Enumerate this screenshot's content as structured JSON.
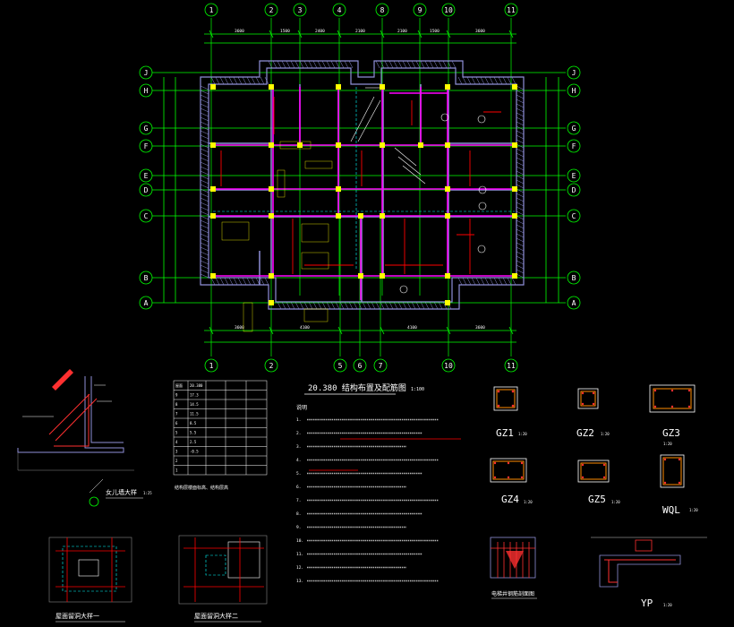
{
  "colors": {
    "background": "#000000",
    "grid": "#00ff00",
    "axis_text": "#ffffff",
    "wall": "#8f8fd8",
    "beam": "#ff00ff",
    "column": "#ffff00",
    "rebar": "#ff0000",
    "dimension": "#00ff00",
    "note_text": "#ffffff",
    "hatch": "#888888",
    "section_fill": "#ff3030",
    "section_box": "#ff8c00",
    "table_line": "#ffffff",
    "dashed": "#00ffff"
  },
  "axes": {
    "numbers_top": [
      "1",
      "2",
      "3",
      "4",
      "8",
      "9",
      "10",
      "11"
    ],
    "numbers_bottom": [
      "1",
      "2",
      "5",
      "6",
      "7",
      "10",
      "11"
    ],
    "letters_left": [
      "J",
      "H",
      "G",
      "F",
      "E",
      "D",
      "C",
      "B",
      "A"
    ],
    "letters_right": [
      "J",
      "H",
      "G",
      "F",
      "E",
      "D",
      "C",
      "B",
      "A"
    ]
  },
  "plan": {
    "title": "20.380 结构布置及配筋图",
    "scale": "1:100"
  },
  "notes": {
    "heading": "说明",
    "lines": [
      "1.",
      "2.",
      "3.",
      "4.",
      "5.",
      "6.",
      "7.",
      "8.",
      "9.",
      "10.",
      "11.",
      "12.",
      "13."
    ]
  },
  "table": {
    "caption": "结构层楼面标高、结构层高",
    "rows": [
      [
        "屋面",
        "20.380",
        "",
        "",
        ""
      ],
      [
        "9",
        "17.3",
        "",
        "",
        ""
      ],
      [
        "8",
        "14.5",
        "",
        "",
        ""
      ],
      [
        "7",
        "11.5",
        "",
        "",
        ""
      ],
      [
        "6",
        "8.5",
        "",
        "",
        ""
      ],
      [
        "5",
        "5.5",
        "",
        "",
        ""
      ],
      [
        "4",
        "2.5",
        "",
        "",
        ""
      ],
      [
        "3",
        "-0.5",
        "",
        "",
        ""
      ],
      [
        "2",
        "",
        "",
        "",
        ""
      ],
      [
        "1",
        "",
        "",
        "",
        ""
      ]
    ]
  },
  "details": {
    "parapet_label": "女儿墙大样",
    "parapet_scale": "1:25",
    "roof_detail_1": "屋面留洞大样一",
    "roof_detail_2": "屋面留洞大样二"
  },
  "sections": {
    "gz1": {
      "label": "GZ1",
      "scale": "1:20"
    },
    "gz2": {
      "label": "GZ2",
      "scale": "1:20"
    },
    "gz3": {
      "label": "GZ3",
      "scale": "1:20"
    },
    "gz4": {
      "label": "GZ4",
      "scale": "1:20"
    },
    "gz5": {
      "label": "GZ5",
      "scale": "1:20"
    },
    "wql": {
      "label": "WQL",
      "scale": "1:20"
    },
    "shaft": {
      "label": "电梯井钢筋剖面图"
    },
    "yp": {
      "label": "YP",
      "scale": "1:20"
    }
  }
}
